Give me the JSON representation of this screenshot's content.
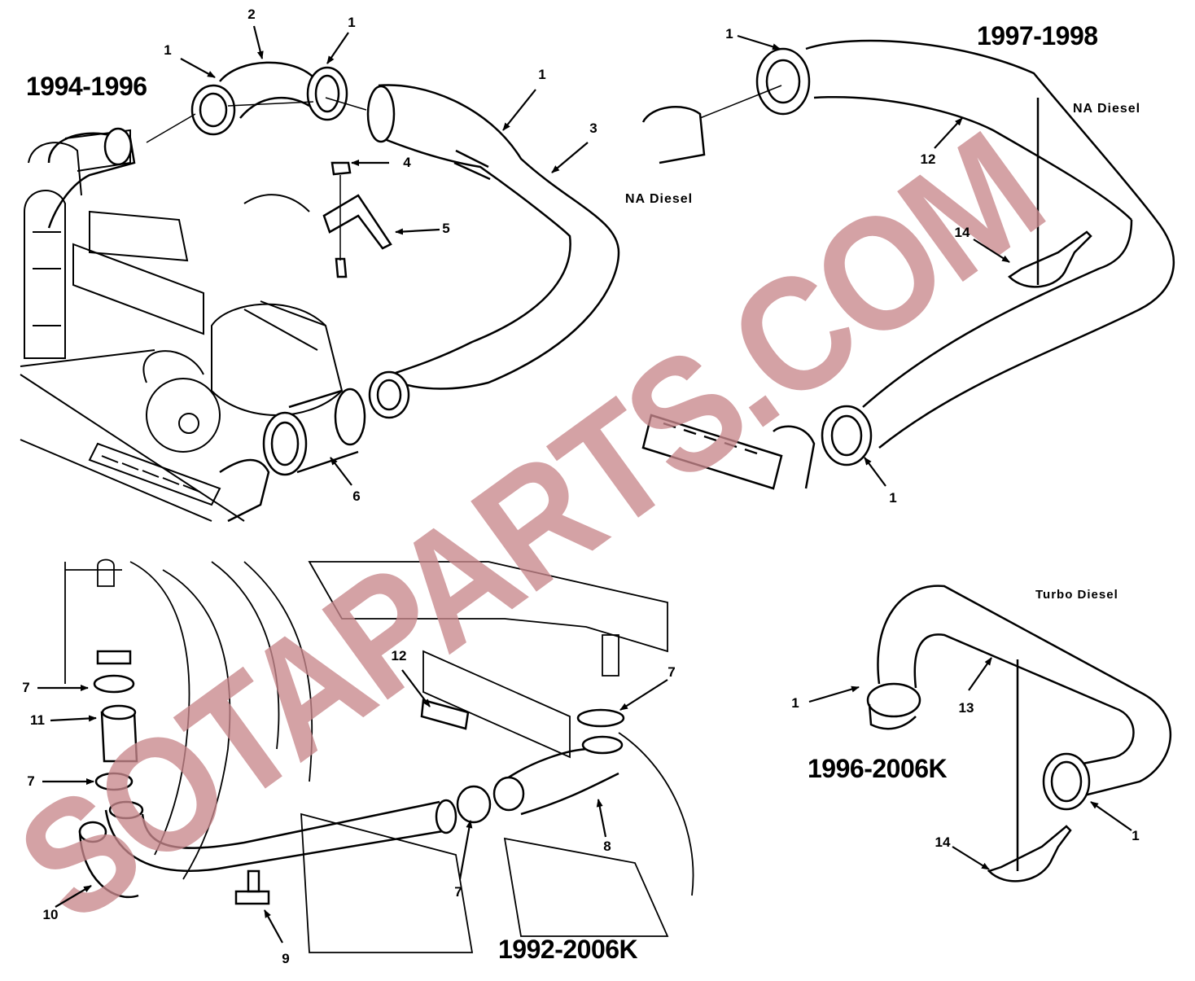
{
  "panels": {
    "top_left": {
      "year": "1994-1996",
      "variant": "NA Diesel"
    },
    "top_right": {
      "year": "1997-1998",
      "variant": "NA Diesel"
    },
    "bottom_left": {
      "year": "1992-2006K"
    },
    "bottom_right": {
      "year": "1996-2006K",
      "variant": "Turbo Diesel"
    }
  },
  "callouts": {
    "tl_1a": "1",
    "tl_1b": "1",
    "tl_1c": "1",
    "tl_2": "2",
    "tl_3": "3",
    "tl_4": "4",
    "tl_5": "5",
    "tl_6": "6",
    "tr_1a": "1",
    "tr_1b": "1",
    "tr_12": "12",
    "tr_14": "14",
    "bl_7a": "7",
    "bl_7b": "7",
    "bl_7c": "7",
    "bl_7d": "7",
    "bl_8": "8",
    "bl_9": "9",
    "bl_10": "10",
    "bl_11": "11",
    "bl_12": "12",
    "br_1a": "1",
    "br_1b": "1",
    "br_13": "13",
    "br_14": "14"
  },
  "watermark": {
    "text": "SOTAPARTS.COM",
    "color": "#c9888d"
  }
}
